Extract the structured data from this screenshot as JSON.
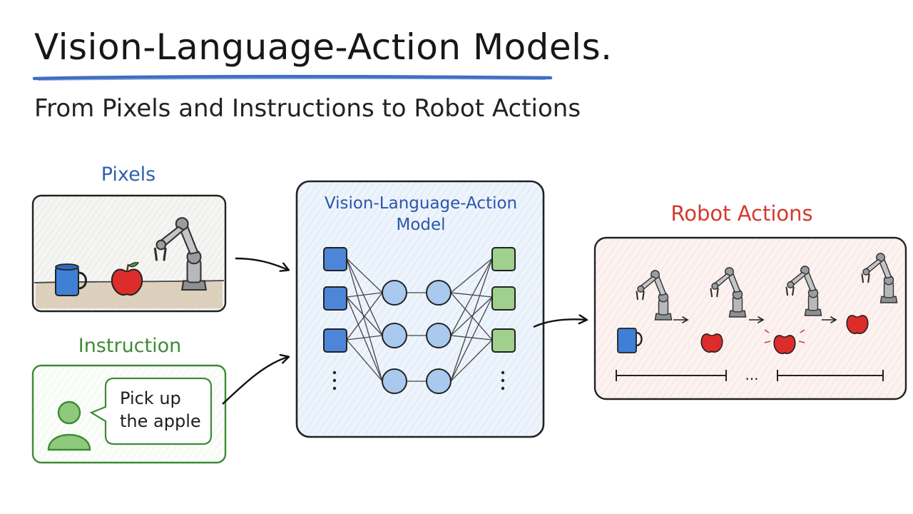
{
  "title": "Vision-Language-Action Models.",
  "subtitle": "From Pixels and Instructions to Robot Actions",
  "pixels_panel": {
    "label": "Pixels"
  },
  "instruction_panel": {
    "label": "Instruction",
    "speech_line_1": "Pick up",
    "speech_line_2": "the apple"
  },
  "model_panel": {
    "title_line_1": "Vision-Language-Action",
    "title_line_2": "Model"
  },
  "actions_panel": {
    "label": "Robot Actions",
    "timeline_gap": "..."
  },
  "colors": {
    "title_underline": "#3f6fc3",
    "pixels_label": "#2f5fb0",
    "instruction": "#3f8a37",
    "model": "#2c56a8",
    "actions": "#d23a2e",
    "input_node": "#4d86d8",
    "hidden_node": "#a9c9ef",
    "output_node": "#9fd08d"
  },
  "icons": [
    "robot-arm-icon",
    "mug-icon",
    "apple-icon",
    "person-icon",
    "arrow-icon"
  ]
}
